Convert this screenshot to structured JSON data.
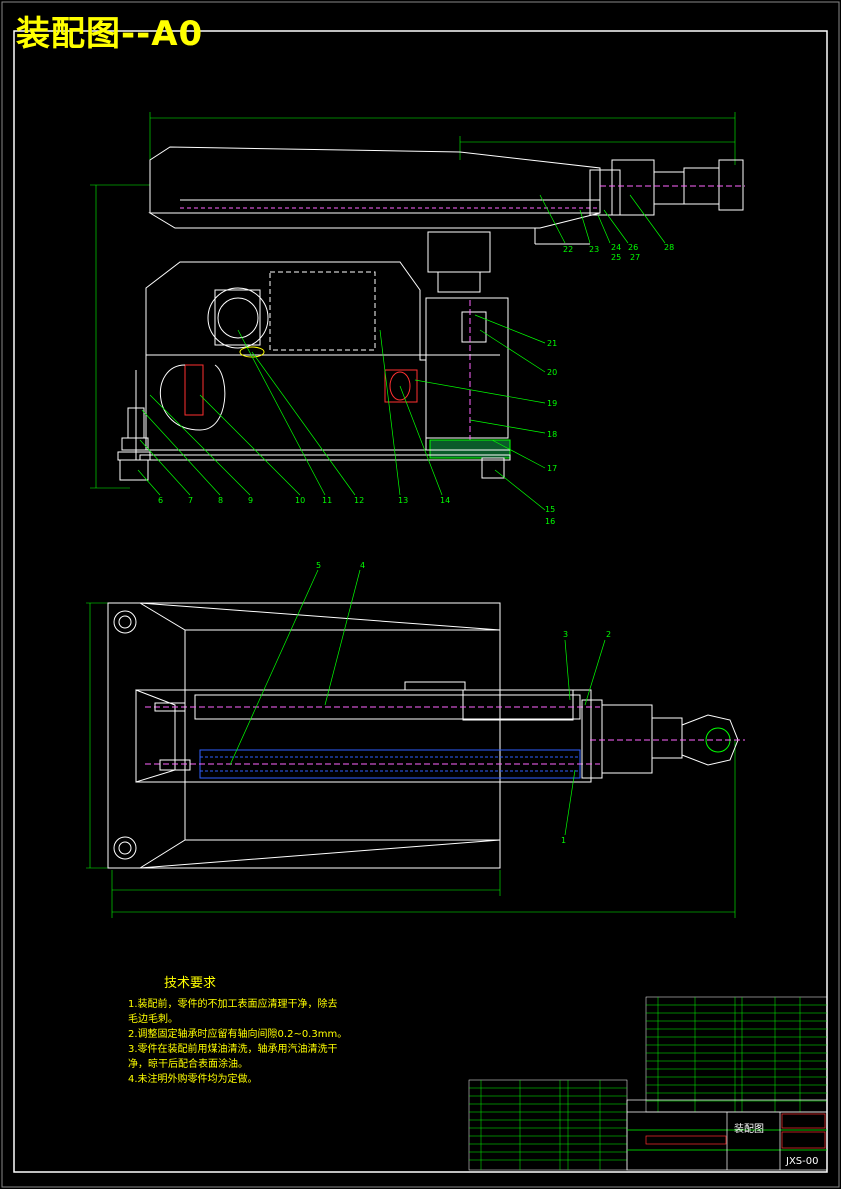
{
  "title": "装配图--A0",
  "technical_requirements": {
    "heading": "技术要求",
    "lines": [
      "1.装配前，零件的不加工表面应清理干净，除去",
      "毛边毛刺。",
      "2.调整固定轴承时应留有轴向间隙0.2~0.3mm。",
      "3.零件在装配前用煤油清洗，轴承用汽油清洗干",
      "净，晾干后配合表面涂油。",
      "4.未注明外购零件均为定做。"
    ]
  },
  "balloons_front": [
    "6",
    "7",
    "8",
    "9",
    "10",
    "11",
    "12",
    "13",
    "14",
    "15",
    "16",
    "17",
    "18",
    "19",
    "20",
    "21",
    "22",
    "23",
    "24",
    "25",
    "26",
    "27",
    "28"
  ],
  "balloons_top": [
    "1",
    "2",
    "3",
    "4",
    "5"
  ],
  "title_block": {
    "drawing_name": "装配图",
    "drawing_no": "JXS-00"
  },
  "colors": {
    "background": "#000000",
    "outline": "#ffffff",
    "title": "#ffff00",
    "leader": "#00ff00",
    "hidden": "#ff66ff",
    "dimension": "#00ff00",
    "highlight": "#ff3030"
  }
}
